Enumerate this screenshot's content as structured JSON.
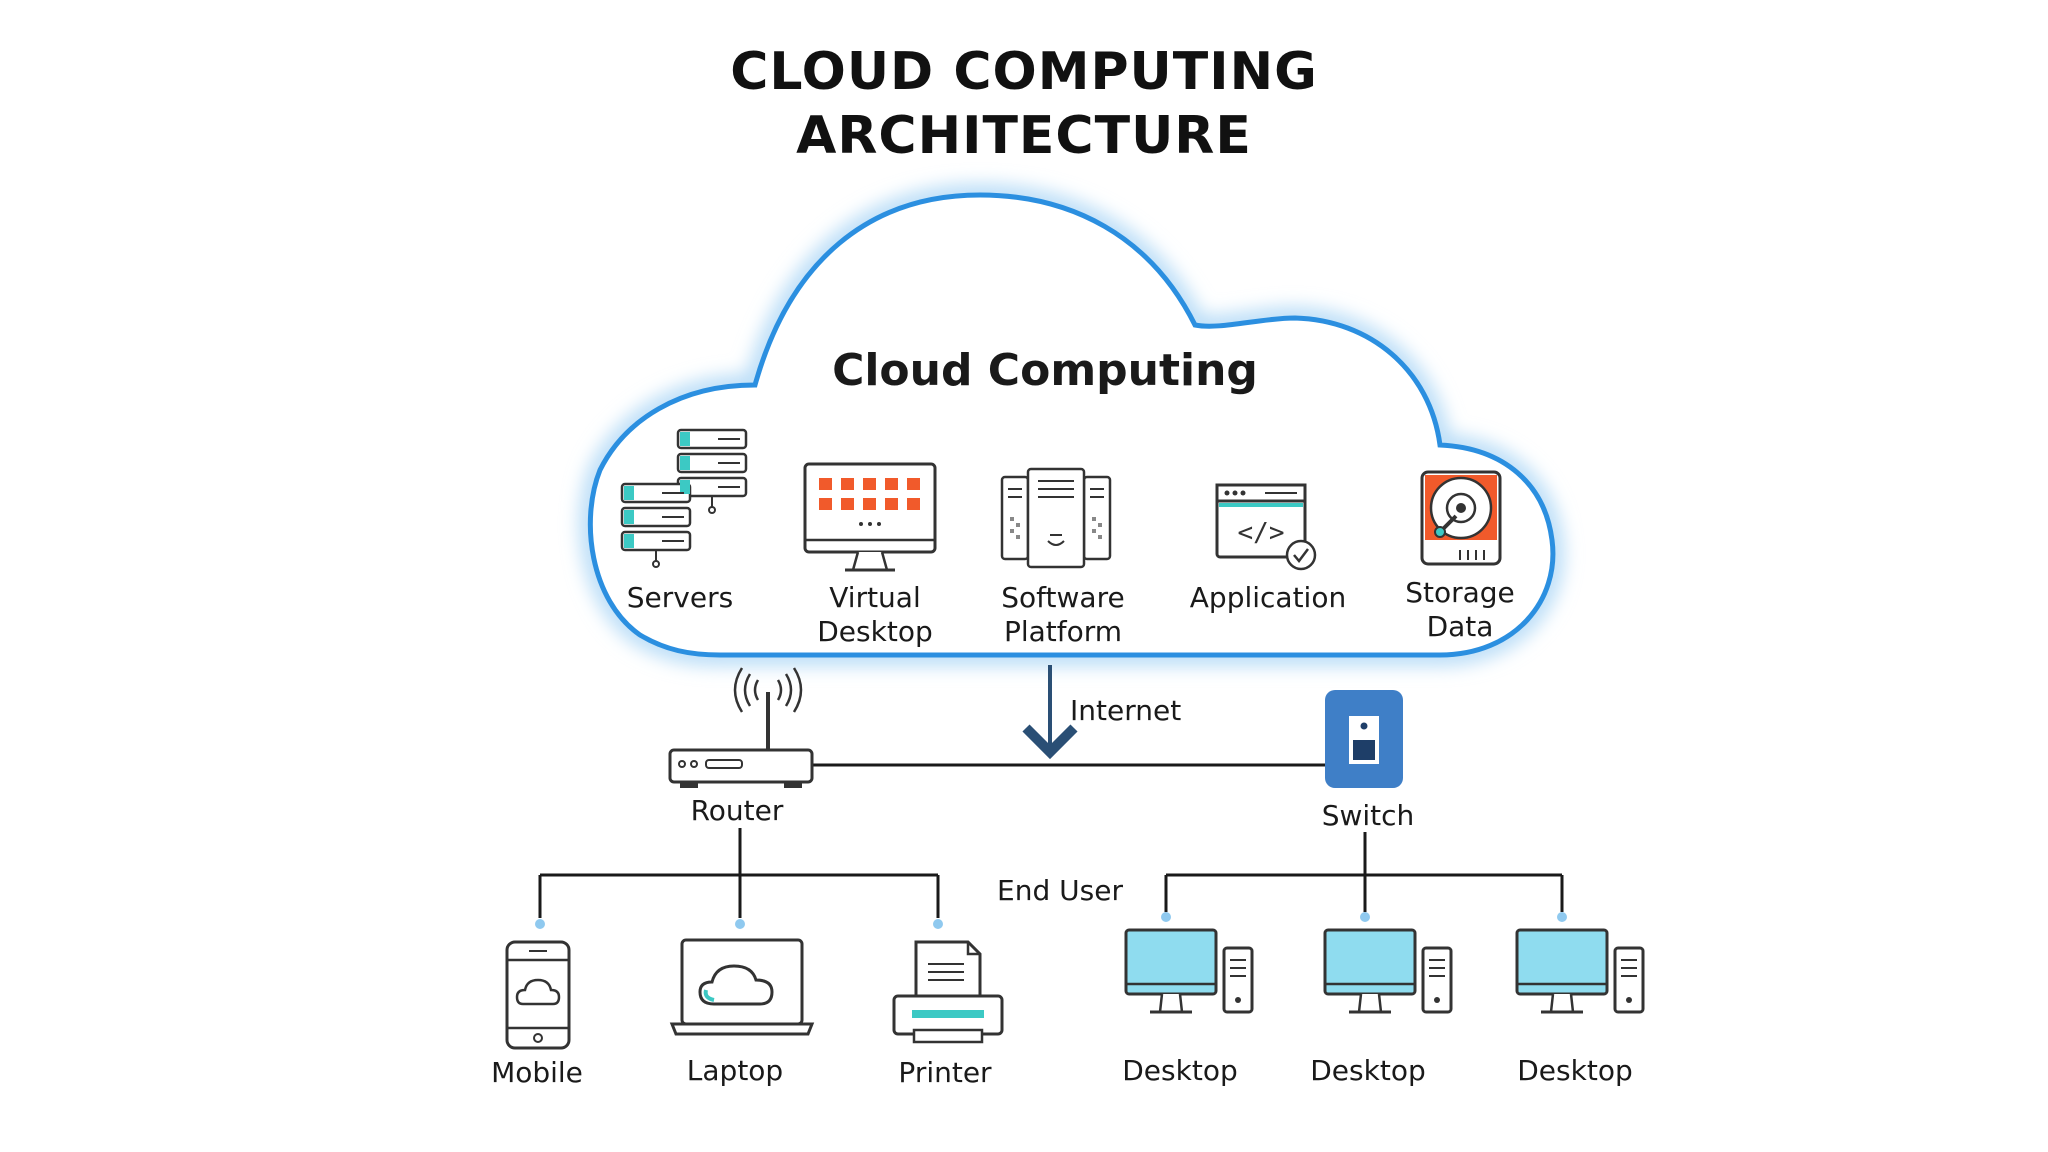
{
  "title": {
    "line1": "CLOUD COMPUTING",
    "line2": "ARCHITECTURE"
  },
  "cloud": {
    "heading": "Cloud Computing",
    "services": [
      {
        "label1": "Servers",
        "label2": ""
      },
      {
        "label1": "Virtual",
        "label2": "Desktop"
      },
      {
        "label1": "Software",
        "label2": "Platform"
      },
      {
        "label1": "Application",
        "label2": ""
      },
      {
        "label1": "Storage",
        "label2": "Data"
      }
    ]
  },
  "network": {
    "internet": "Internet",
    "router": "Router",
    "switch": "Switch",
    "end_user": "End User"
  },
  "devices": {
    "mobile": "Mobile",
    "laptop": "Laptop",
    "printer": "Printer",
    "desktops": [
      "Desktop",
      "Desktop",
      "Desktop"
    ]
  },
  "colors": {
    "cloud_stroke": "#2b8fe0",
    "cloud_glow": "#b9ddf7",
    "accent_orange": "#f15a2b",
    "accent_teal": "#3cc9c4",
    "screen_blue": "#8fdcef",
    "switch_blue": "#3f7fc7",
    "line": "#1a1a1a",
    "arrow": "#2a4f75"
  }
}
